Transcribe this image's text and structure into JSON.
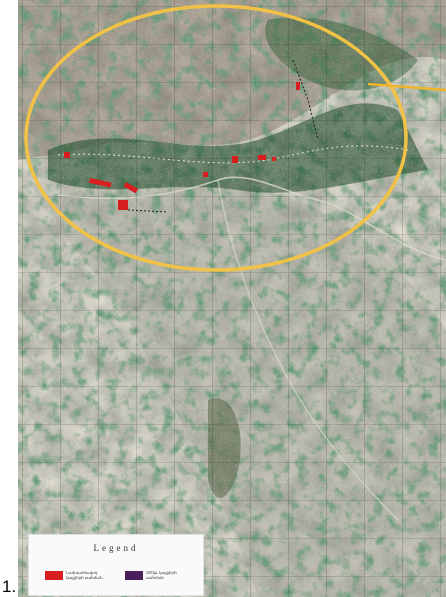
{
  "list_marker": "1.",
  "legend": {
    "title": "Legend",
    "items": [
      {
        "label": "Նախատեսվող կայքերի սահման",
        "color": "#d81e1e"
      },
      {
        "label": "2003թ. կայքերի սահման",
        "color": "#4b1f5c"
      }
    ]
  },
  "colors": {
    "highlight_ellipse": "#f2c246",
    "annotation_line": "#f0b429",
    "site_marker": "#d81e1e"
  }
}
